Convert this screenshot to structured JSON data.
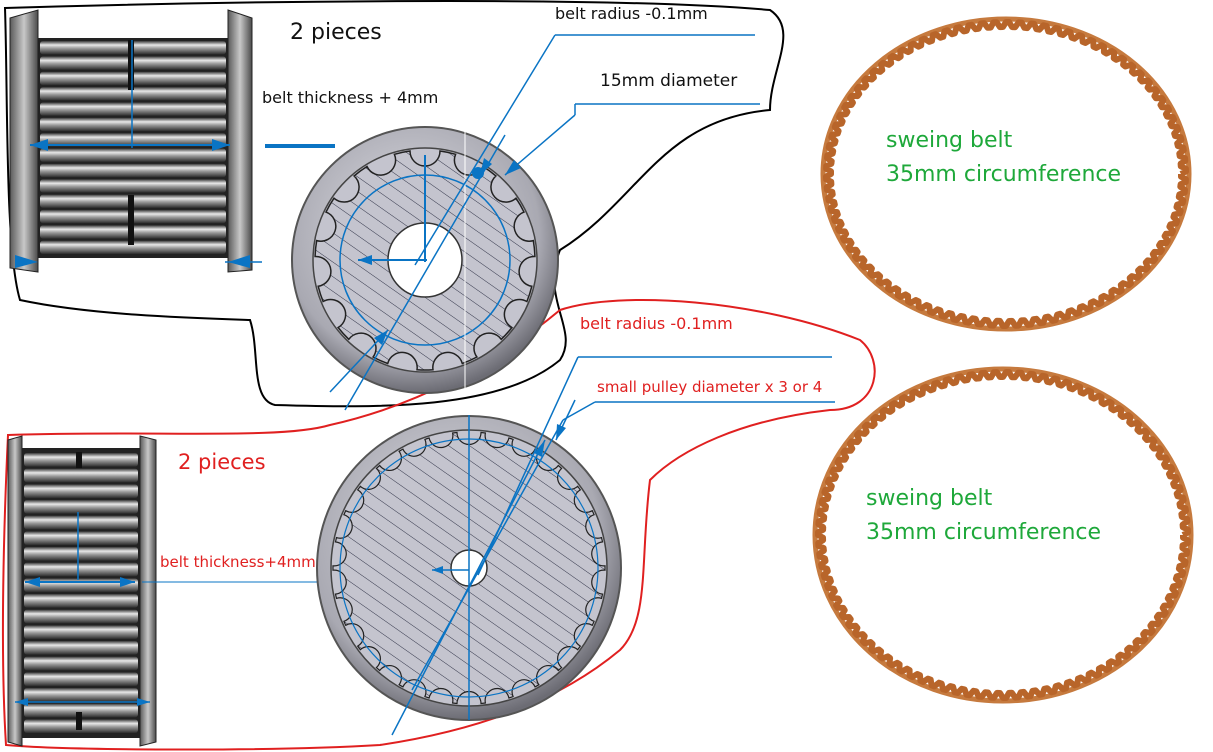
{
  "top_section": {
    "pieces": "2 pieces",
    "belt_radius": "belt radius -0.1mm",
    "diameter": "15mm diameter",
    "belt_thickness": "belt thickness + 4mm"
  },
  "bottom_section": {
    "pieces": "2 pieces",
    "belt_radius": "belt radius -0.1mm",
    "pulley_diameter": "small pulley diameter x 3 or 4",
    "belt_thickness": "belt thickness+4mm"
  },
  "belt_top": {
    "line1": "sweing belt",
    "line2": "35mm circumference"
  },
  "belt_bottom": {
    "line1": "sweing belt",
    "line2": "35mm circumference"
  },
  "colors": {
    "outline_top": "#000000",
    "outline_bottom": "#e02020",
    "dimension": "#0a74c4",
    "belt": "#b8652a",
    "belt_label": "#1ea83a"
  },
  "small_pulley_teeth": 15,
  "large_pulley_teeth": 30
}
